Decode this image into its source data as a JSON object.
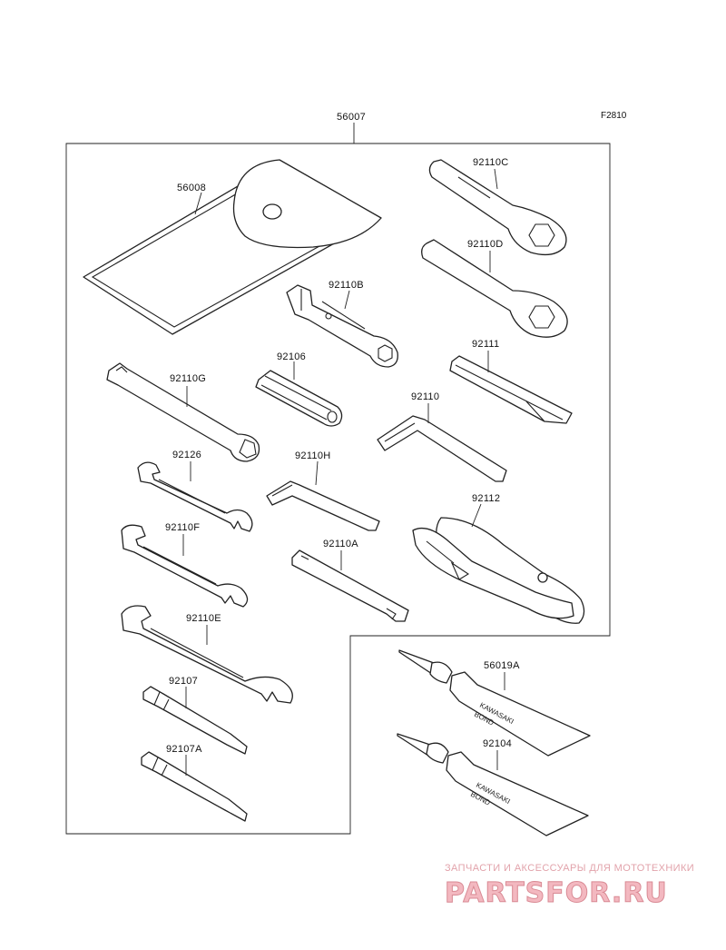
{
  "figure": {
    "code": "F2810"
  },
  "parts": {
    "p56007": "56007",
    "p56008": "56008",
    "p92110C": "92110C",
    "p92110D": "92110D",
    "p92110B": "92110B",
    "p92106": "92106",
    "p92111": "92111",
    "p92110G": "92110G",
    "p92110": "92110",
    "p92126": "92126",
    "p92110H": "92110H",
    "p92112": "92112",
    "p92110F": "92110F",
    "p92110A": "92110A",
    "p92110E": "92110E",
    "p56019A": "56019A",
    "p92107": "92107",
    "p92104": "92104",
    "p92107A": "92107A"
  },
  "tube_print": {
    "brand": "KAWASAKI",
    "product": "BOND"
  },
  "watermark": {
    "tagline": "ЗАПЧАСТИ И АКСЕССУАРЫ ДЛЯ МОТОТЕХНИКИ",
    "logo": "PARTSFOR.RU",
    "color": "#f3b8c0"
  }
}
